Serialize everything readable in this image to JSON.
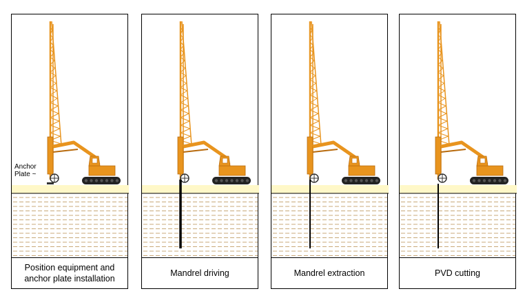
{
  "panels": [
    {
      "caption": "Position equipment and\nanchor plate installation",
      "has_anchor_label": true,
      "drain": "none"
    },
    {
      "caption": "Mandrel driving",
      "has_anchor_label": false,
      "drain": "mandrel"
    },
    {
      "caption": "Mandrel extraction",
      "has_anchor_label": false,
      "drain": "pvd"
    },
    {
      "caption": "PVD cutting",
      "has_anchor_label": false,
      "drain": "pvd-cut"
    }
  ],
  "anchor_label": "Anchor\nPlate ~",
  "colors": {
    "rig": "#E8941E",
    "rig_dark": "#B86A0C",
    "track": "#222222",
    "ground_top": "#FFF8C8",
    "soil_line": "#C8A878",
    "drain": "#000000"
  }
}
